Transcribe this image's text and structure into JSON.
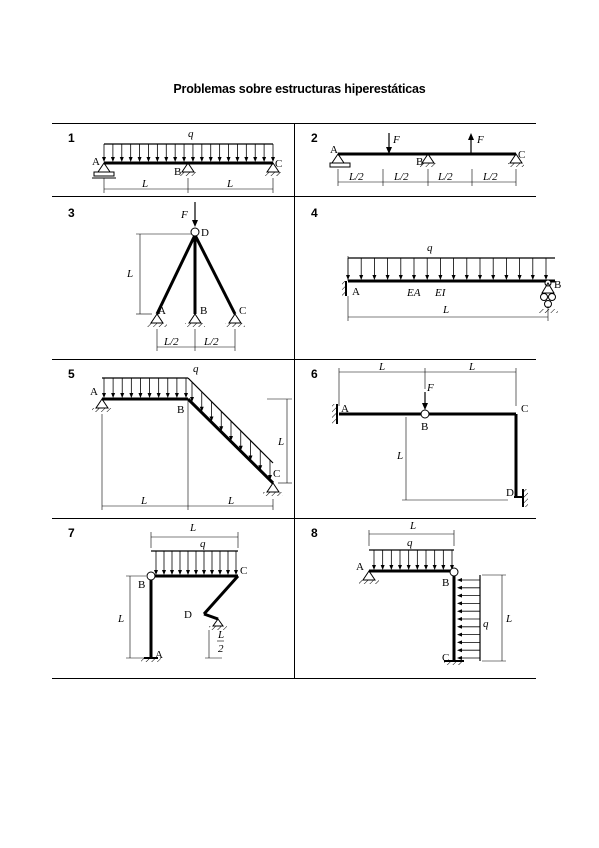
{
  "title": "Problemas sobre estructuras hiperestáticas",
  "problems": [
    {
      "number": "1",
      "labels": {
        "q": "q",
        "A": "A",
        "B": "B",
        "C": "C",
        "L1": "L",
        "L2": "L"
      }
    },
    {
      "number": "2",
      "labels": {
        "A": "A",
        "B": "B",
        "C": "C",
        "F1": "F",
        "F2": "F",
        "d1": "L/2",
        "d2": "L/2",
        "d3": "L/2",
        "d4": "L/2"
      }
    },
    {
      "number": "3",
      "labels": {
        "F": "F",
        "D": "D",
        "A": "A",
        "B": "B",
        "C": "C",
        "L": "L",
        "d1": "L/2",
        "d2": "L/2"
      }
    },
    {
      "number": "4",
      "labels": {
        "q": "q",
        "A": "A",
        "B": "B",
        "EA": "EA",
        "EI": "EI",
        "L": "L"
      }
    },
    {
      "number": "5",
      "labels": {
        "q": "q",
        "A": "A",
        "B": "B",
        "C": "C",
        "Lv": "L",
        "L1": "L",
        "L2": "L"
      }
    },
    {
      "number": "6",
      "labels": {
        "A": "A",
        "B": "B",
        "C": "C",
        "D": "D",
        "F": "F",
        "L1": "L",
        "L2": "L",
        "Lv": "L"
      }
    },
    {
      "number": "7",
      "labels": {
        "q": "q",
        "A": "A",
        "B": "B",
        "C": "C",
        "D": "D",
        "Ltop": "L",
        "Lv": "L",
        "Lnum": "L",
        "Lden": "2"
      }
    },
    {
      "number": "8",
      "labels": {
        "q1": "q",
        "q2": "q",
        "A": "A",
        "B": "B",
        "C": "C",
        "Ltop": "L",
        "Lv": "L"
      }
    }
  ]
}
